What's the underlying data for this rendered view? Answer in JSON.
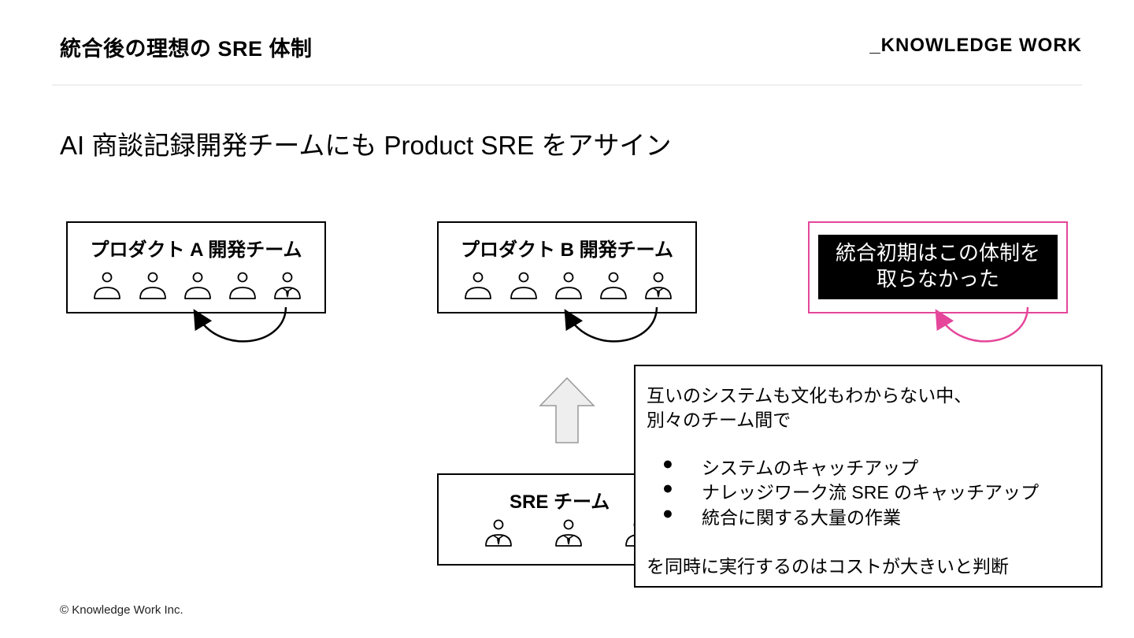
{
  "header": {
    "title": "統合後の理想の SRE 体制",
    "brand": "_KNOWLEDGE WORK"
  },
  "subtitle": "AI 商談記録開発チームにも Product SRE をアサイン",
  "teams": {
    "product_a": {
      "name": "プロダクト A 開発チーム"
    },
    "product_b": {
      "name": "プロダクト B 開発チーム"
    },
    "sre": {
      "name": "SRE チーム"
    }
  },
  "callout": {
    "line1": "統合初期はこの体制を",
    "line2": "取らなかった"
  },
  "note": {
    "intro_line1": "互いのシステムも文化もわからない中、",
    "intro_line2": "別々のチーム間で",
    "bullet_symbol": "●",
    "bullets": [
      "システムのキャッチアップ",
      "ナレッジワーク流 SRE のキャッチアップ",
      "統合に関する大量の作業"
    ],
    "conclusion": "を同時に実行するのはコストが大きいと判断"
  },
  "footer": "© Knowledge Work Inc.",
  "colors": {
    "accent_pink": "#e5469a",
    "label_bg": "#000000",
    "arrow_fill": "#eeeeee",
    "arrow_stroke": "#999999"
  },
  "icons": {
    "member": "person-icon",
    "sre_member": "person-with-tie-icon"
  }
}
